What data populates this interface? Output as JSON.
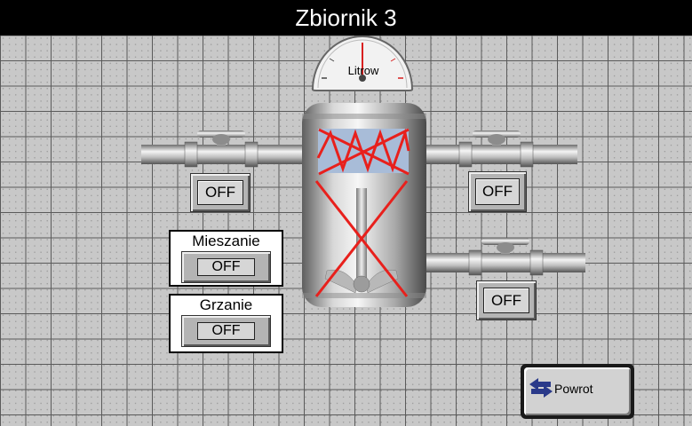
{
  "title": "Zbiornik 3",
  "gauge": {
    "label": "Litrow"
  },
  "valves": {
    "left_inlet": {
      "state": "OFF"
    },
    "right_inlet": {
      "state": "OFF"
    },
    "right_outlet": {
      "state": "OFF"
    }
  },
  "mixer": {
    "label": "Mieszanie",
    "state": "OFF"
  },
  "heater": {
    "label": "Grzanie",
    "state": "OFF"
  },
  "back_button": {
    "label": "Powrot",
    "icon": "swap-arrows-icon"
  },
  "colors": {
    "titlebar": "#000000",
    "fault_cross": "#e8201c",
    "tank_level": "#a8bcd8"
  }
}
